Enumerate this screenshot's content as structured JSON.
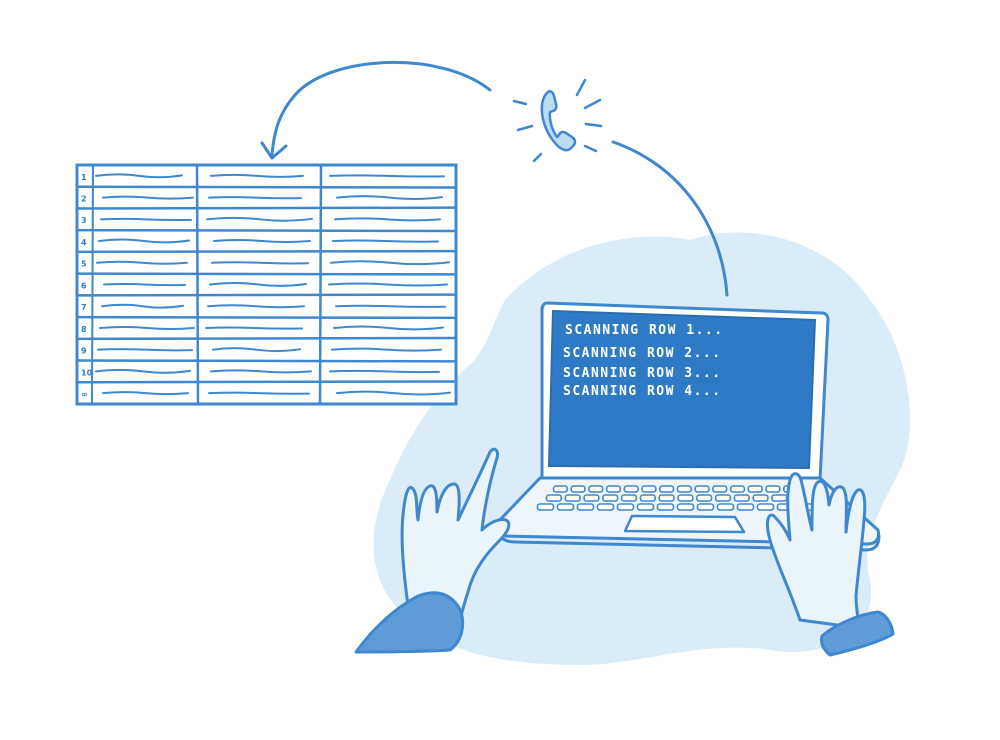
{
  "spreadsheet": {
    "row_numbers": [
      "1",
      "2",
      "3",
      "4",
      "5",
      "6",
      "7",
      "8",
      "9",
      "10",
      "∞"
    ]
  },
  "terminal": {
    "lines": [
      "SCANNING ROW 1...",
      "SCANNING ROW 2...",
      "SCANNING ROW 3...",
      "SCANNING ROW 4..."
    ]
  },
  "icons": {
    "phone": "phone-icon"
  },
  "colors": {
    "stroke": "#3f87cf",
    "screen": "#2f7ac6",
    "blob": "#d9ecf7",
    "sleeve": "#5f9bd6",
    "hand": "#e9f4fb"
  }
}
